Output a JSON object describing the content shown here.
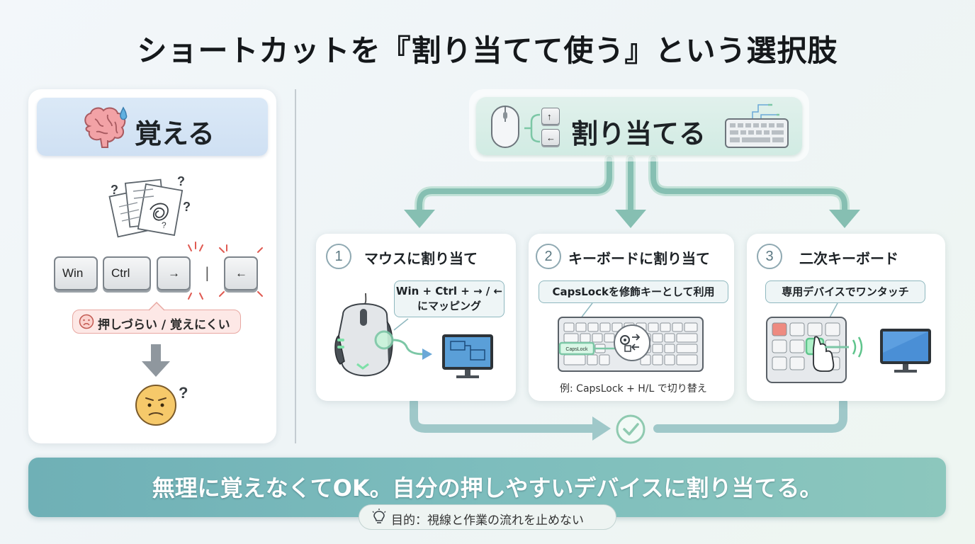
{
  "title": "ショートカットを『割り当てて使う』という選択肢",
  "memorize": {
    "title": "覚える",
    "keys": [
      "Win",
      "Ctrl",
      "→",
      "|",
      "←"
    ],
    "warning": "押しづらい / 覚えにくい"
  },
  "assign": {
    "title": "割り当てる",
    "arrow_keys": [
      "↑",
      "←"
    ]
  },
  "cards": [
    {
      "number": "1",
      "title": "マウスに割り当て",
      "bubble_line1": "Win + Ctrl + → / ←",
      "bubble_line2": "にマッピング"
    },
    {
      "number": "2",
      "title": "キーボードに割り当て",
      "bubble": "CapsLockを修飾キーとして利用",
      "key_label": "CapsLock",
      "note": "例: CapsLock + H/L で切り替え"
    },
    {
      "number": "3",
      "title": "二次キーボード",
      "bubble": "専用デバイスでワンタッチ"
    }
  ],
  "banner": {
    "text": "無理に覚えなくてOK。自分の押しやすいデバイスに割り当てる。",
    "purpose": "目的：視線と作業の流れを止めない"
  },
  "colors": {
    "accent_green": "#7cc7a6",
    "flow_teal": "#86bfc2",
    "banner": "#78b8ba",
    "warning_bg": "#fde8e6"
  }
}
